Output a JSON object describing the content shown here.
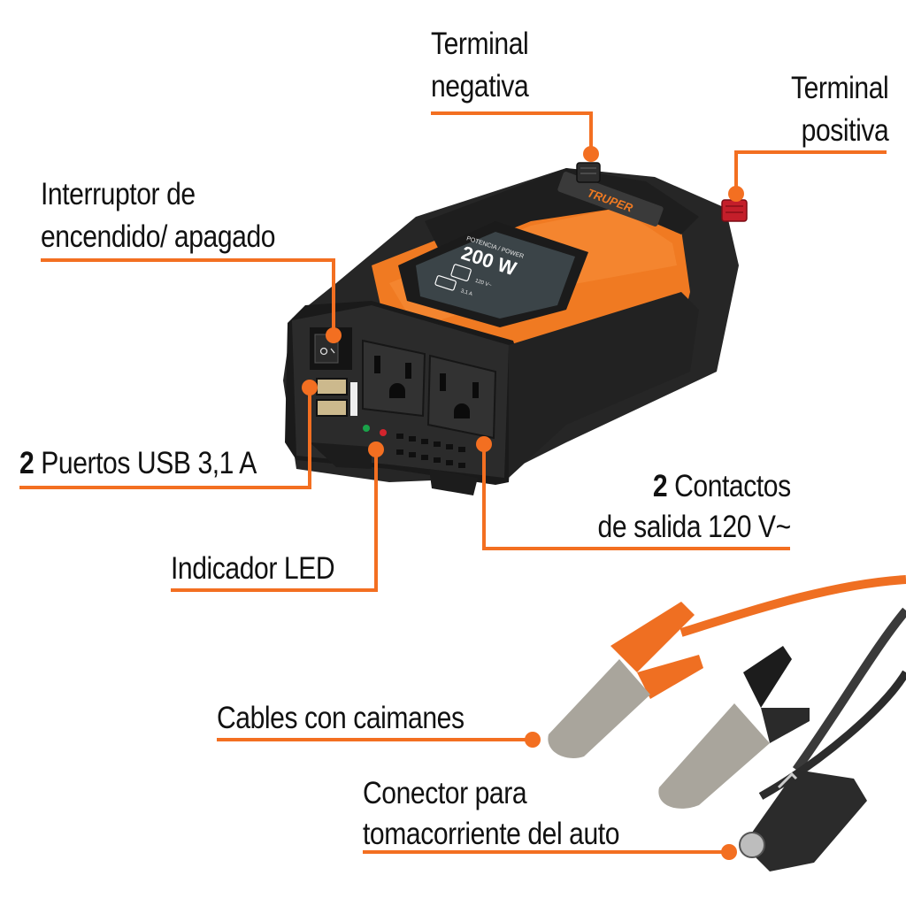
{
  "colors": {
    "accent": "#f36f21",
    "text": "#111111",
    "body_orange": "#f07a22",
    "body_black": "#2a2a2a",
    "terminal_red": "#c41e2a",
    "background": "#ffffff"
  },
  "product": {
    "brand": "TRUPER",
    "panel": {
      "caption": "POTENCIA / POWER",
      "power": "200 W",
      "ac_output": "120 V~",
      "usb_output": "3,1 A"
    },
    "usb_label": "USB 3,1A"
  },
  "callouts": {
    "terminal_negativa": {
      "line1": "Terminal",
      "line2": "negativa"
    },
    "terminal_positiva": {
      "line1": "Terminal",
      "line2": "positiva"
    },
    "interruptor": {
      "line1": "Interruptor de",
      "line2": "encendido/ apagado"
    },
    "usb": {
      "count": "2",
      "text": "Puertos USB 3,1 A"
    },
    "contactos": {
      "count": "2",
      "line1": "Contactos",
      "line2": "de salida 120 V~"
    },
    "led": {
      "text": "Indicador LED"
    },
    "cables": {
      "text": "Cables con caimanes"
    },
    "conector": {
      "line1": "Conector para",
      "line2": "tomacorriente del auto"
    }
  }
}
